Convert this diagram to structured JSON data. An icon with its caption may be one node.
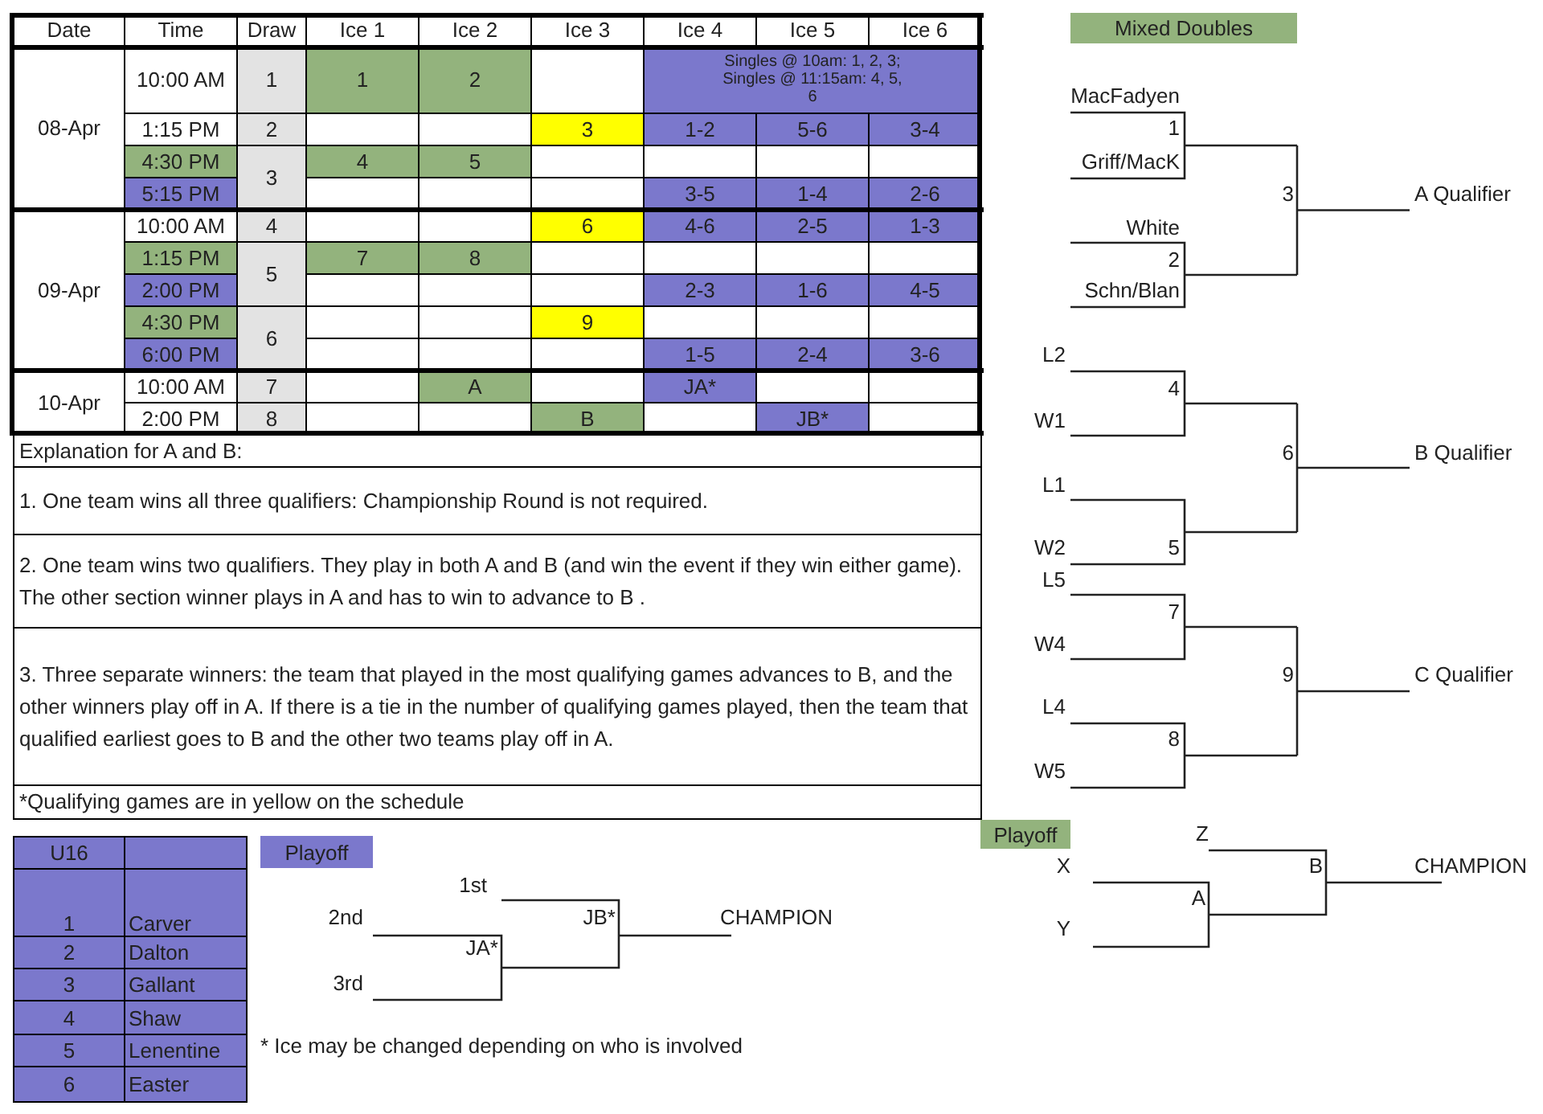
{
  "diagram": {
    "labels": [
      "Date",
      "Time",
      "Draw",
      "Ice 1",
      "Ice 2",
      "Ice 3",
      "Ice 4",
      "Ice 5",
      "Ice 6",
      "08-Apr",
      "10:00 AM",
      "1",
      "1",
      "2",
      "Singles @ 10am: 1, 2, 3; Singles @ 11:15am: 4, 5, 6",
      "1:15 PM",
      "2",
      "3",
      "1-2",
      "5-6",
      "3-4",
      "4:30 PM",
      "3",
      "4",
      "5",
      "5:15 PM",
      "3-5",
      "1-4",
      "2-6",
      "09-Apr",
      "10:00 AM",
      "4",
      "6",
      "4-6",
      "2-5",
      "1-3",
      "1:15 PM",
      "5",
      "7",
      "8",
      "2:00 PM",
      "2-3",
      "1-6",
      "4-5",
      "4:30 PM",
      "6",
      "9",
      "6:00 PM",
      "1-5",
      "2-4",
      "3-6",
      "10-Apr",
      "10:00 AM",
      "7",
      "A",
      "JA*",
      "2:00 PM",
      "8",
      "B",
      "JB*",
      "Explanation for A and B:",
      "1. One team wins all three qualifiers: Championship Round is not required.",
      "2. One team wins two qualifiers. They play in both A and B (and win the event if they win either game). The other section winner plays in A and has to win to advance to B .",
      "3. Three separate winners: the team that played in the most qualifying games advances to B, and the other winners play off in A. If there is a tie in the number of qualifying games played, then the team that qualified earliest goes to B and the other two teams play off in A.",
      "*Qualifying games are in yellow on the schedule",
      "Mixed Doubles",
      "MacFadyen",
      "1",
      "Griff/MacK",
      "3",
      "A Qualifier",
      "White",
      "2",
      "Schn/Blan",
      "L2",
      "4",
      "W1",
      "6",
      "B Qualifier",
      "L1",
      "W2",
      "5",
      "L5",
      "7",
      "W4",
      "9",
      "C Qualifier",
      "L4",
      "8",
      "W5",
      "Playoff",
      "Z",
      "X",
      "B",
      "CHAMPION",
      "A",
      "Y",
      "U16",
      "1",
      "Carver",
      "2",
      "Dalton",
      "3",
      "Gallant",
      "4",
      "Shaw",
      "5",
      "Lenentine",
      "6",
      "Easter",
      "Playoff",
      "1st",
      "2nd",
      "JB*",
      "CHAMPION",
      "JA*",
      "3rd",
      "* Ice may be changed depending on who is involved"
    ]
  }
}
